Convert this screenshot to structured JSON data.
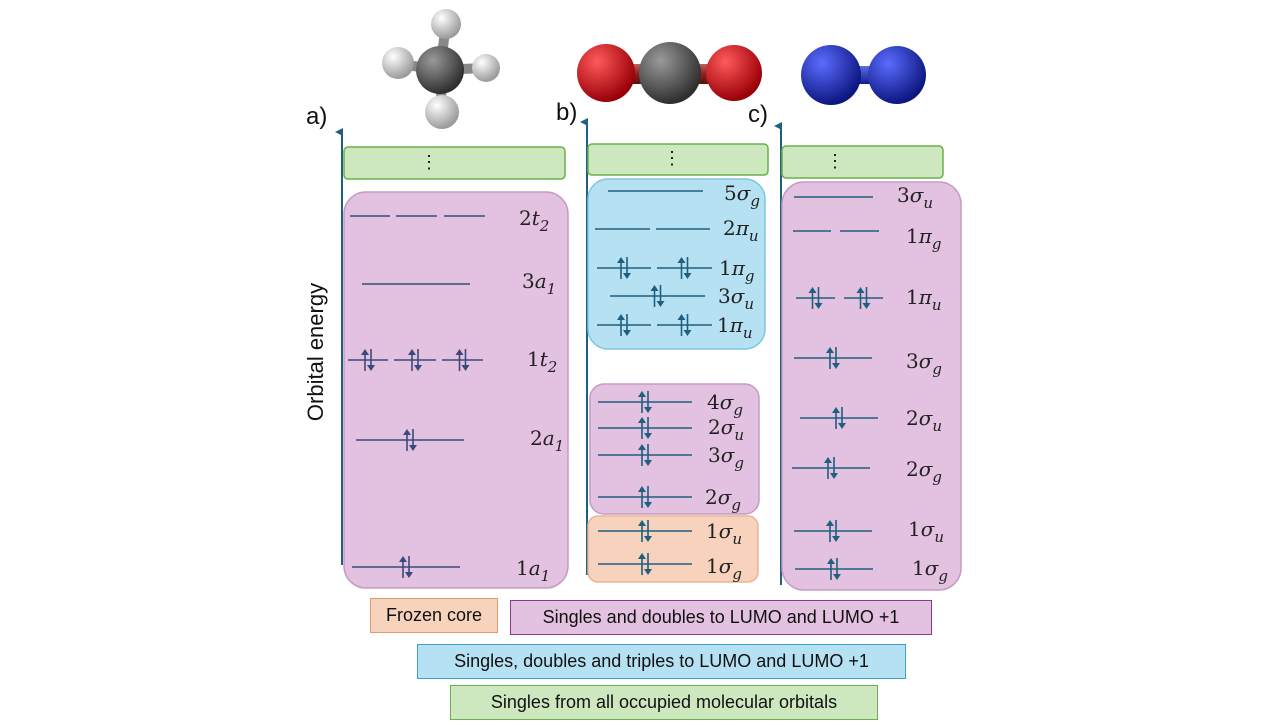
{
  "ylabel": "Orbital energy",
  "ellipsis": "⋮",
  "panels": {
    "a": {
      "letter": "a)",
      "labels": [
        {
          "main": "2",
          "sym": "t",
          "sub": "2"
        },
        {
          "main": "3",
          "sym": "a",
          "sub": "1"
        },
        {
          "main": "1",
          "sym": "t",
          "sub": "2"
        },
        {
          "main": "2",
          "sym": "a",
          "sub": "1"
        },
        {
          "main": "1",
          "sym": "a",
          "sub": "1"
        }
      ]
    },
    "b": {
      "letter": "b)",
      "labels": [
        {
          "main": "5",
          "sym": "σ",
          "sub": "g"
        },
        {
          "main": "2",
          "sym": "π",
          "sub": "u"
        },
        {
          "main": "1",
          "sym": "π",
          "sub": "g"
        },
        {
          "main": "3",
          "sym": "σ",
          "sub": "u"
        },
        {
          "main": "1",
          "sym": "π",
          "sub": "u"
        },
        {
          "main": "4",
          "sym": "σ",
          "sub": "g"
        },
        {
          "main": "2",
          "sym": "σ",
          "sub": "u"
        },
        {
          "main": "3",
          "sym": "σ",
          "sub": "g"
        },
        {
          "main": "2",
          "sym": "σ",
          "sub": "g"
        },
        {
          "main": "1",
          "sym": "σ",
          "sub": "u"
        },
        {
          "main": "1",
          "sym": "σ",
          "sub": "g"
        }
      ]
    },
    "c": {
      "letter": "c)",
      "labels": [
        {
          "main": "3",
          "sym": "σ",
          "sub": "u"
        },
        {
          "main": "1",
          "sym": "π",
          "sub": "g"
        },
        {
          "main": "1",
          "sym": "π",
          "sub": "u"
        },
        {
          "main": "3",
          "sym": "σ",
          "sub": "g"
        },
        {
          "main": "2",
          "sym": "σ",
          "sub": "u"
        },
        {
          "main": "2",
          "sym": "σ",
          "sub": "g"
        },
        {
          "main": "1",
          "sym": "σ",
          "sub": "u"
        },
        {
          "main": "1",
          "sym": "σ",
          "sub": "g"
        }
      ]
    }
  },
  "legend": {
    "frozen_core": "Frozen core",
    "singles_doubles": "Singles and doubles to LUMO and LUMO +1",
    "singles_doubles_triples": "Singles, doubles and triples to LUMO and LUMO +1",
    "singles_all": "Singles from all occupied molecular orbitals"
  },
  "colors": {
    "purple_fill": "#e3c1e0",
    "purple_edge": "#c79ac4",
    "blue_fill": "#b5e1f2",
    "blue_edge": "#7cc6e3",
    "orange_fill": "#f7d3bd",
    "orange_edge": "#eab596",
    "green_fill": "#cde7bf",
    "green_edge": "#6ab04c",
    "level_a": "#3b4a7a",
    "level_bc": "#1f5f7f",
    "carbon": "#4a4a4a",
    "hydrogen": "#d8d8d8",
    "oxygen": "#d0141b",
    "nitrogen": "#1c2fbf"
  }
}
